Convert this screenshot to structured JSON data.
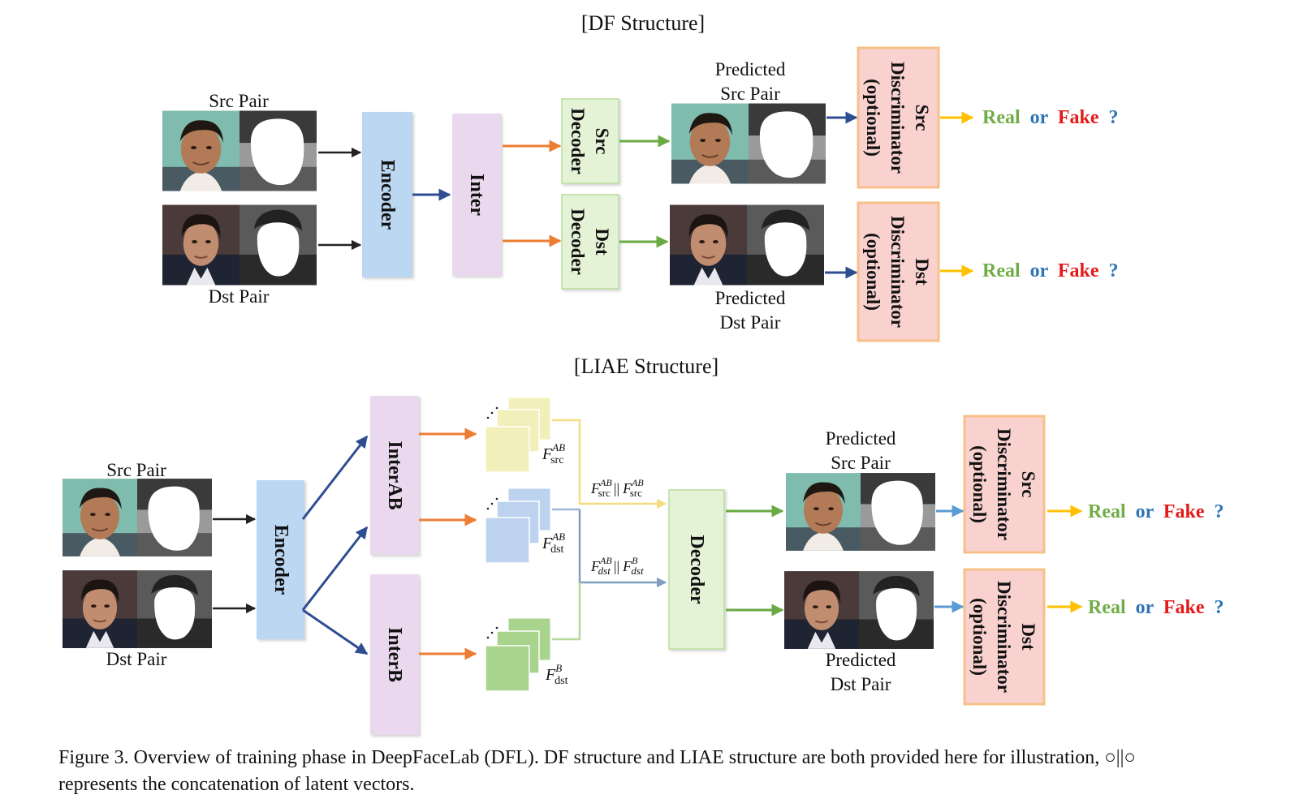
{
  "colors": {
    "encoder": "#bcd7f1",
    "inter": "#ead9ee",
    "decoder": "#e4f3d6",
    "discriminator": "#f9d2cf",
    "discriminator_border": "#f7c089",
    "feat_src": "#f3efba",
    "feat_dst_ab": "#bcd2ee",
    "feat_dst_b": "#a9d48d",
    "arrow_black": "#222222",
    "arrow_blue": "#2e4e91",
    "arrow_orange": "#ec7d33",
    "arrow_green": "#6aaa42",
    "arrow_yellow": "#ffc000",
    "arrow_lightblue": "#5b9bd5",
    "text_real": "#70ad47",
    "text_or": "#2e75b6",
    "text_fake": "#e41a1a",
    "text_q": "#2e75b6"
  },
  "df": {
    "title": "[DF Structure]",
    "src_pair_label": "Src Pair",
    "dst_pair_label": "Dst Pair",
    "encoder_label": "Encoder",
    "inter_label": "Inter",
    "src_decoder_label": "Src\nDecoder",
    "dst_decoder_label": "Dst\nDecoder",
    "pred_src_label": "Predicted\nSrc Pair",
    "pred_dst_label": "Predicted\nDst Pair",
    "src_disc_label": "Src\nDiscriminator\n(optional)",
    "dst_disc_label": "Dst\nDiscriminator\n(optional)"
  },
  "liae": {
    "title": "[LIAE Structure]",
    "src_pair_label": "Src Pair",
    "dst_pair_label": "Dst Pair",
    "encoder_label": "Encoder",
    "interab_label": "InterAB",
    "interb_label": "InterB",
    "decoder_label": "Decoder",
    "feat_src_ab": "F",
    "feat_src_ab_sup": "AB",
    "feat_src_ab_sub": "src",
    "feat_dst_ab": "F",
    "feat_dst_ab_sup": "AB",
    "feat_dst_ab_sub": "dst",
    "feat_dst_b": "F",
    "feat_dst_b_sup": "B",
    "feat_dst_b_sub": "dst",
    "concat_src": "F      || F",
    "concat_dst": "F      || F",
    "pred_src_label": "Predicted\nSrc Pair",
    "pred_dst_label": "Predicted\nDst Pair",
    "src_disc_label": "Src\nDiscriminator\n(optional)",
    "dst_disc_label": "Dst\nDiscriminator\n(optional)"
  },
  "result": {
    "real": "Real",
    "or": "or",
    "fake": "Fake",
    "q": "?"
  },
  "caption": {
    "line1": "Figure 3. Overview of training phase in DeepFaceLab (DFL). DF structure and LIAE structure are both provided here for illustration, ○||○",
    "line2": "represents the concatenation of latent vectors."
  },
  "icons": [
    "face-photo-icon",
    "face-mask-icon",
    "feature-map-stack-icon",
    "arrow-icon"
  ]
}
